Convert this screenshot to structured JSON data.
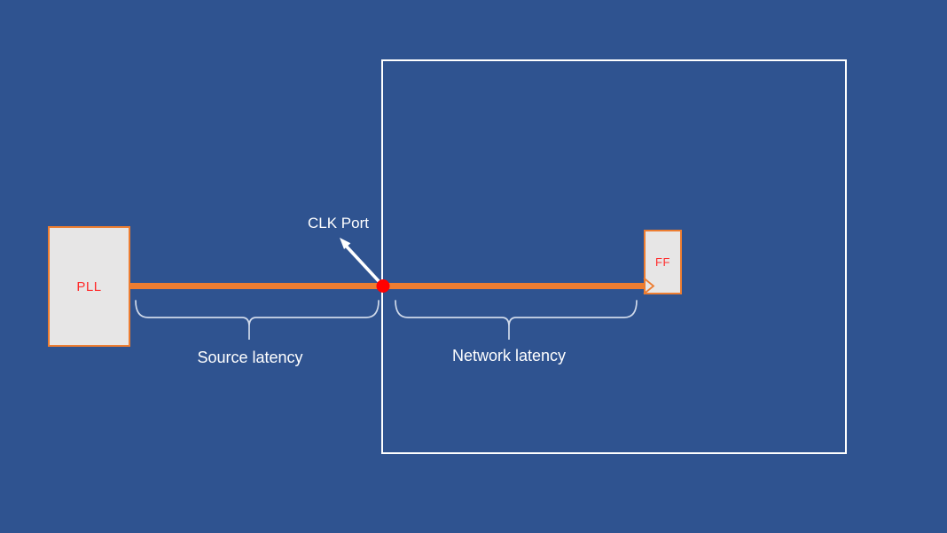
{
  "colors": {
    "background": "#2f5390",
    "chip_border": "#ffffff",
    "wire": "#ed7d31",
    "box_fill": "#e7e6e6",
    "box_border": "#ed7d31",
    "box_label": "#ff2b2b",
    "port_dot": "#ff0000",
    "brace": "#cfd9ea",
    "label_text": "#ffffff",
    "arrow": "#ffffff"
  },
  "diagram": {
    "pll_label": "PLL",
    "ff_label": "FF",
    "clk_port_label": "CLK Port",
    "source_latency_label": "Source latency",
    "network_latency_label": "Network latency"
  }
}
